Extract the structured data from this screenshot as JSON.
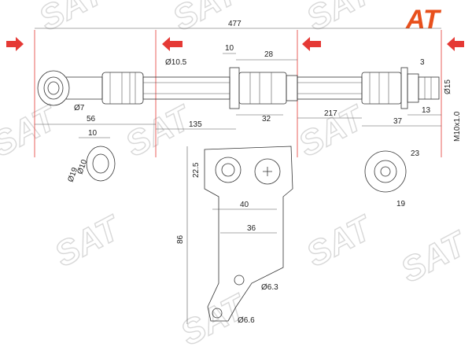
{
  "brand": {
    "logo_text": "AT",
    "accent_color": "#e8501c",
    "watermark_text": "SAT"
  },
  "dimensions": {
    "overall_length": "477",
    "d_fitting": "Ø10.5",
    "d_clip_width": "10",
    "d_clip_body": "28",
    "d_end_nut": "3",
    "d_end_dia": "Ø15",
    "d_banjo_hole": "Ø7",
    "d_left_section": "56",
    "d_clip_offset": "135",
    "d_clip_32": "32",
    "d_section_217": "217",
    "d_end_37": "37",
    "d_end_13": "13",
    "thread": "M10x1.0",
    "banjo_10": "10",
    "banjo_d10": "Ø10",
    "banjo_d19": "Ø19",
    "bracket_h": "22.5",
    "bracket_40": "40",
    "bracket_36": "36",
    "bracket_86": "86",
    "hole_63": "Ø6.3",
    "hole_66": "Ø6.6",
    "nut_23": "23",
    "nut_19": "19"
  }
}
